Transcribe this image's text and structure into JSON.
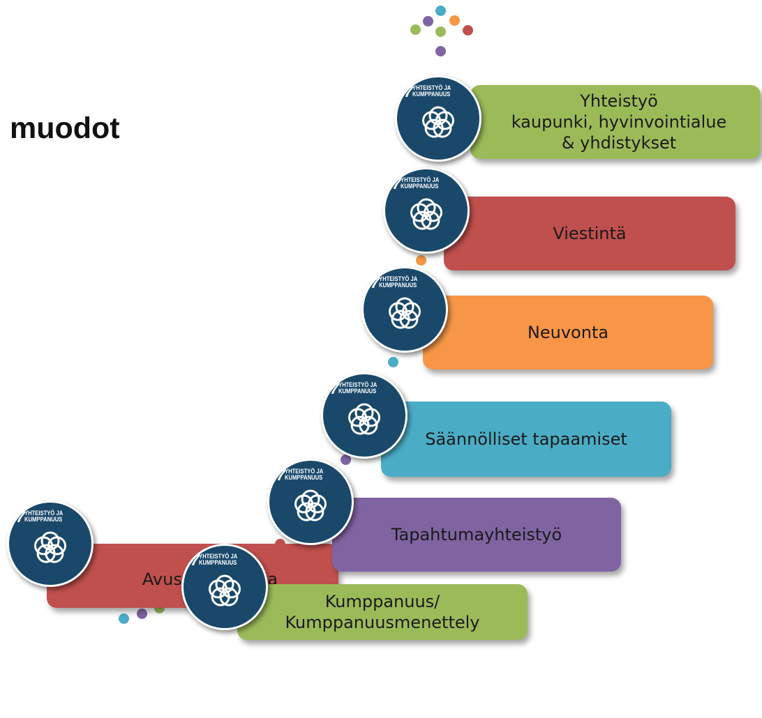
{
  "title": "muodot",
  "colors": {
    "green": "#9bbb59",
    "red": "#c0504d",
    "orange": "#f79646",
    "blue": "#4bacc6",
    "purple": "#8064a2",
    "badge": "#19486a"
  },
  "badge": {
    "number": "17",
    "caption_line1": "YHTEISTYÖ JA",
    "caption_line2": "KUMPPANUUS",
    "icon": "sdg17-partnership-flower-icon"
  },
  "steps": [
    {
      "lines": [
        "Avustustoiminta"
      ],
      "color": "red"
    },
    {
      "lines": [
        "Kumppanuus/",
        "Kumppanuusmenettely"
      ],
      "color": "green"
    },
    {
      "lines": [
        "Tapahtumayhteistyö"
      ],
      "color": "purple"
    },
    {
      "lines": [
        "Säännölliset tapaamiset"
      ],
      "color": "blue"
    },
    {
      "lines": [
        "Neuvonta"
      ],
      "color": "orange"
    },
    {
      "lines": [
        "Viestintä"
      ],
      "color": "red"
    },
    {
      "lines": [
        "Yhteistyö",
        "kaupunki, hyvinvointialue",
        "& yhdistykset"
      ],
      "color": "green"
    }
  ]
}
